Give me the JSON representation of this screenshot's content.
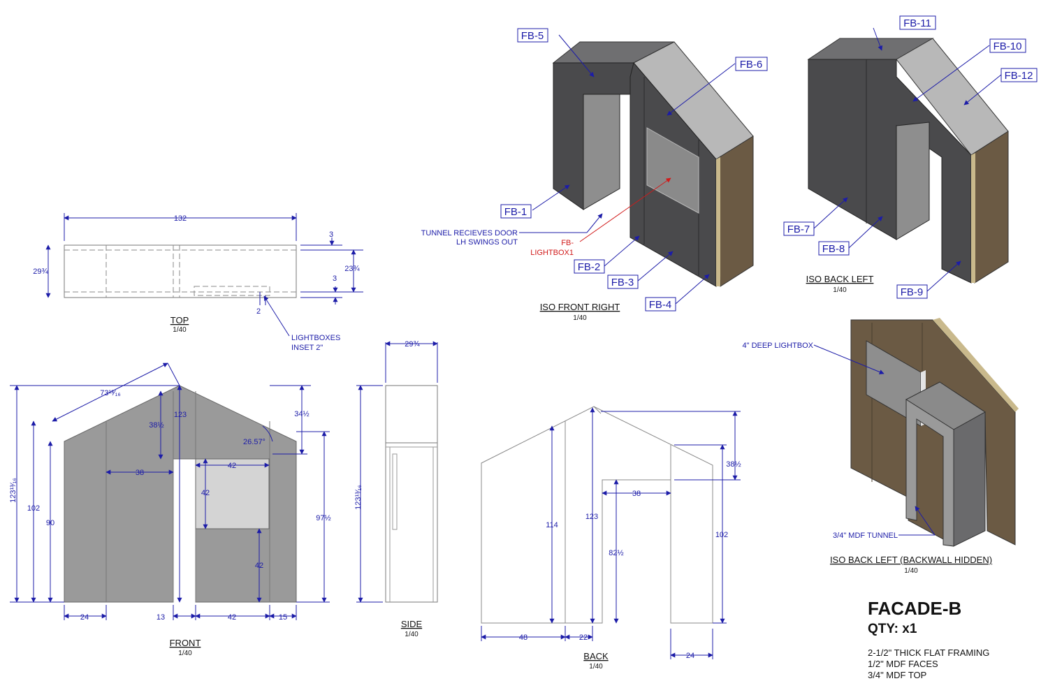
{
  "title": {
    "name": "FACADE-B",
    "qty": "QTY: x1",
    "notes": [
      "2-1/2\" THICK FLAT FRAMING",
      "1/2\" MDF FACES",
      "3/4\" MDF TOP"
    ]
  },
  "views": {
    "top": {
      "title": "TOP",
      "scale": "1/40"
    },
    "front": {
      "title": "FRONT",
      "scale": "1/40"
    },
    "side": {
      "title": "SIDE",
      "scale": "1/40"
    },
    "back": {
      "title": "BACK",
      "scale": "1/40"
    },
    "iso_front_right": {
      "title": "ISO FRONT RIGHT",
      "scale": "1/40"
    },
    "iso_back_left": {
      "title": "ISO BACK LEFT",
      "scale": "1/40"
    },
    "iso_back_left_hidden": {
      "title": "ISO BACK LEFT (BACKWALL HIDDEN)",
      "scale": "1/40"
    }
  },
  "tags": {
    "fb1": "FB-1",
    "fb2": "FB-2",
    "fb3": "FB-3",
    "fb4": "FB-4",
    "fb5": "FB-5",
    "fb6": "FB-6",
    "fb7": "FB-7",
    "fb8": "FB-8",
    "fb9": "FB-9",
    "fb10": "FB-10",
    "fb11": "FB-11",
    "fb12": "FB-12"
  },
  "notes": {
    "tunnel_line1": "TUNNEL RECIEVES DOOR",
    "tunnel_line2": "LH SWINGS OUT",
    "lightbox_line1": "FB-",
    "lightbox_line2": "LIGHTBOX1",
    "lightboxes_inset_line1": "LIGHTBOXES",
    "lightboxes_inset_line2": "INSET 2\"",
    "deep_lightbox": "4\" DEEP LIGHTBOX",
    "mdf_tunnel": "3/4\" MDF TUNNEL"
  },
  "dims": {
    "top": {
      "width": "132",
      "depth": "29¾",
      "d3a": "3",
      "d3b": "3",
      "d2375": "23¾",
      "d2": "2"
    },
    "front": {
      "slope": "73¹³⁄₁₆",
      "overall": "123¹³⁄₁₆",
      "h102": "102",
      "h90": "90",
      "h123": "123",
      "h385": "38½",
      "w38": "38",
      "w42": "42",
      "h42a": "42",
      "h42b": "42",
      "h345": "34½",
      "angle": "26.57°",
      "h975": "97½",
      "b24": "24",
      "b13": "13",
      "b42": "42",
      "b15": "15"
    },
    "side": {
      "depth": "29¾",
      "overall": "123¹³⁄₁₆"
    },
    "back": {
      "h114": "114",
      "h123": "123",
      "h825": "82½",
      "h102": "102",
      "h385": "38½",
      "w38": "38",
      "b48": "48",
      "b22": "22",
      "b24": "24"
    }
  },
  "colors": {
    "dim": "#1c1ca8",
    "callout_red": "#d11a1a",
    "panel_grey": "#9a9a9a",
    "panel_dark": "#4a4a4c",
    "wood": "#6b5a44"
  }
}
